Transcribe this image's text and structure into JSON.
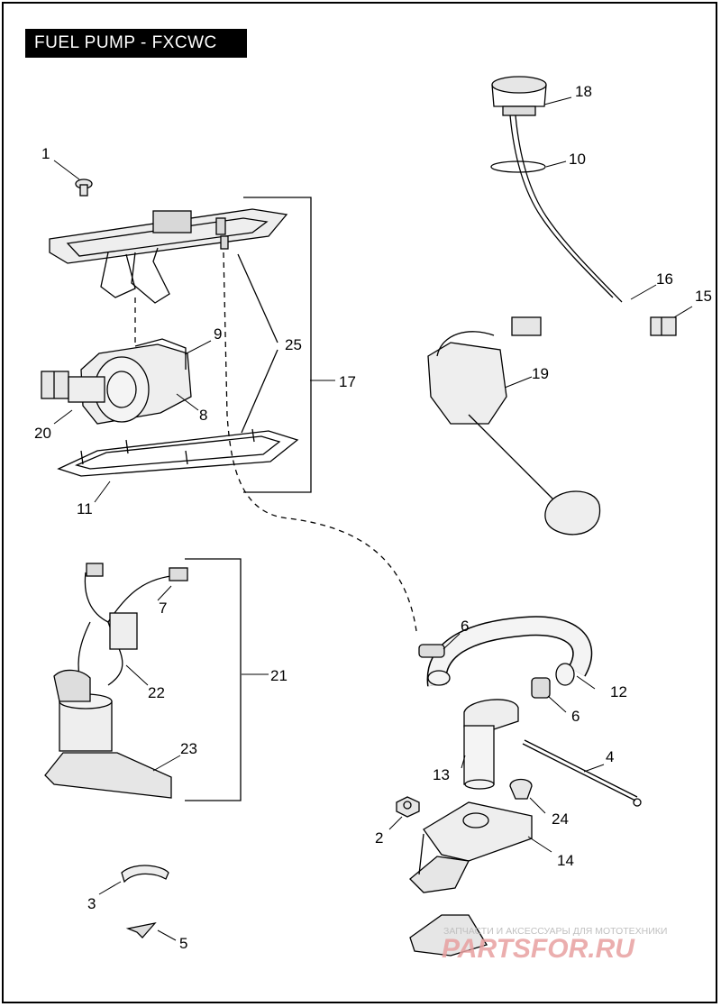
{
  "title": "FUEL PUMP - FXCWC",
  "callouts": [
    "1",
    "2",
    "3",
    "4",
    "5",
    "6",
    "6",
    "7",
    "8",
    "9",
    "10",
    "11",
    "12",
    "13",
    "14",
    "15",
    "16",
    "17",
    "18",
    "19",
    "20",
    "21",
    "22",
    "23",
    "24",
    "25"
  ],
  "watermark": {
    "tagline": "ЗАПЧАСТИ И АКСЕССУАРЫ ДЛЯ МОТОТЕХНИКИ",
    "logo": "PARTSFOR.RU"
  },
  "colors": {
    "ink": "#000000",
    "paper": "#ffffff",
    "part_fill": "#e6e6e6",
    "watermark": "#e8a0a0"
  }
}
